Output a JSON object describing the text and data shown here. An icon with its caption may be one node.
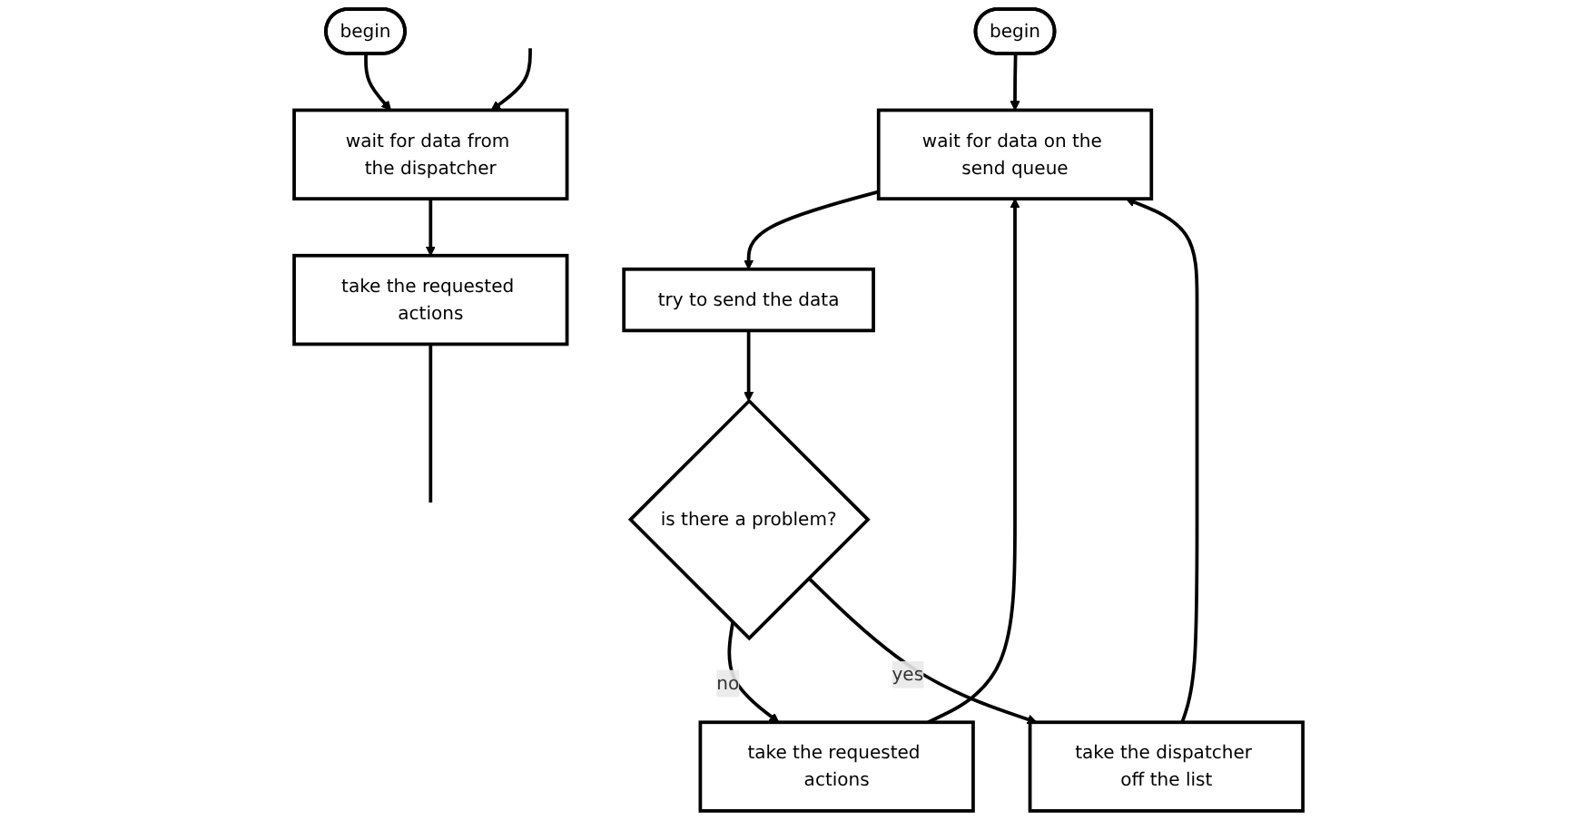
{
  "diagram": {
    "nodes": [
      {
        "text": [
          "begin"
        ]
      },
      {
        "text": [
          "wait for data on the send queue"
        ]
      },
      {
        "text": [
          "try to send the data"
        ]
      },
      {
        "text": [
          "is there a problem?"
        ]
      },
      {
        "text": [
          "take the requested actions"
        ]
      },
      {
        "text": [
          "take the dispatcher off the list"
        ]
      },
      {
        "text": [
          "begin"
        ]
      },
      {
        "text": [
          "wait for data from the dispatcher"
        ]
      },
      {
        "text": [
          "take the requested actions"
        ]
      }
    ],
    "edges": [
      {
        "from": 0,
        "to": 1,
        "arrow": "to"
      },
      {
        "from": 1,
        "to": 2,
        "arrow": "to"
      },
      {
        "from": 2,
        "to": 3,
        "arrow": "to"
      },
      {
        "from": 3,
        "to": 4,
        "label": "no",
        "arrow": "to"
      },
      {
        "from": 4,
        "to": 1,
        "arrow": "to"
      },
      {
        "from": 3,
        "to": 5,
        "label": "yes",
        "arrow": "to"
      },
      {
        "from": 5,
        "to": 1,
        "arrow": "to"
      },
      {
        "from": 6,
        "to": 7,
        "arrow": "to"
      },
      {
        "from": 7,
        "to": 8,
        "arrow": "to"
      },
      {
        "from": null,
        "to": 7,
        "arrow": "to"
      },
      {
        "from": 8,
        "to": null,
        "arrow": "none"
      }
    ]
  }
}
